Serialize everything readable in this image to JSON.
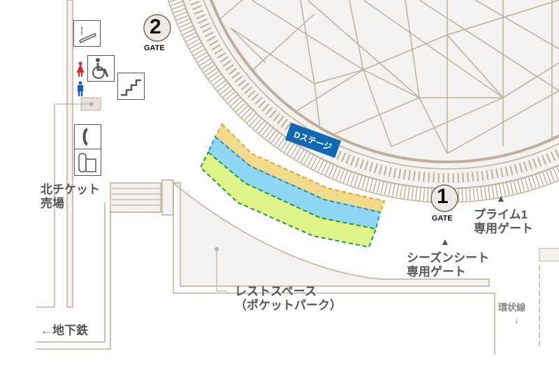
{
  "gates": [
    {
      "number": "2",
      "label": "GATE"
    },
    {
      "number": "1",
      "label": "GATE"
    }
  ],
  "stage": {
    "label": "Dステージ",
    "color": "#0e68b3"
  },
  "zones": [
    {
      "name": "orange-zone",
      "fill": "#f0dc8c",
      "border": "#f0a020"
    },
    {
      "name": "blue-zone",
      "fill": "#8fd8f5",
      "border": "#1a8fd8"
    },
    {
      "name": "green-zone",
      "fill": "#dff58a",
      "border": "#1f9a3c"
    }
  ],
  "labels": {
    "north_ticket": "北チケット\n売場",
    "subway": "←地下鉄",
    "rest_space": "レストスペース\n（ポケットパーク）",
    "season_gate_arrow": "▲",
    "season_gate": "シーズンシート\n専用ゲート",
    "prime_gate_arrow": "▲",
    "prime_gate": "プライム1\n専用ゲート",
    "loop_line": "環状線",
    "loop_line_arrow": "↓"
  },
  "icons": [
    "smoking-area",
    "wheelchair",
    "restroom-female",
    "restroom-male",
    "stairs",
    "telephone",
    "locker"
  ],
  "colors": {
    "line": "#bfae98",
    "floor": "#f4f2f1",
    "text": "#555555"
  }
}
